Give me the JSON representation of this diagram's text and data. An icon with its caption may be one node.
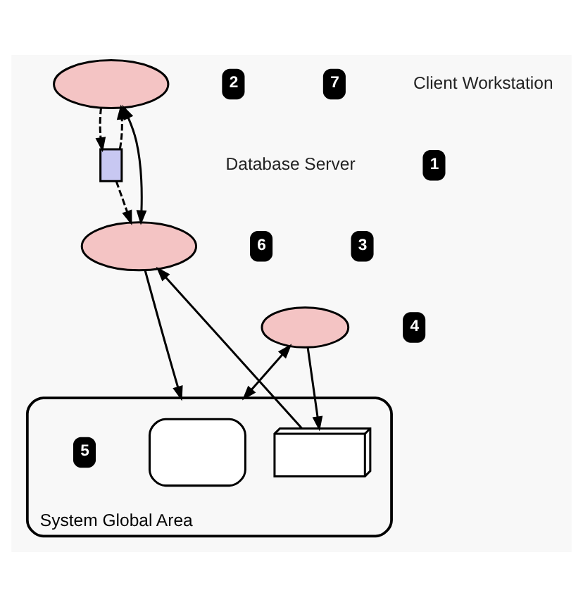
{
  "diagram": {
    "nodes": [
      {
        "text": [],
        "shape": "ellipse"
      },
      {
        "text": [],
        "shape": "box"
      },
      {
        "text": [],
        "shape": "ellipse"
      },
      {
        "text": [],
        "shape": "ellipse"
      },
      {
        "text": [
          "System Global Area"
        ]
      },
      {
        "text": [],
        "shape": "box",
        "in": 4
      },
      {
        "text": [],
        "shape": "box",
        "in": 4
      }
    ],
    "edges": [
      {
        "from": 0,
        "to": 1,
        "arrow": "to",
        "style": "dashed"
      },
      {
        "from": 1,
        "to": 0,
        "arrow": "to",
        "style": "dashed"
      },
      {
        "from": 1,
        "to": 2,
        "arrow": "to",
        "style": "dashed"
      },
      {
        "from": 0,
        "to": 2,
        "arrow": "both"
      },
      {
        "from": 2,
        "to": 4,
        "arrow": "to"
      },
      {
        "from": 3,
        "to": 4,
        "arrow": "both"
      },
      {
        "from": 3,
        "to": 6,
        "arrow": "to"
      },
      {
        "from": 6,
        "to": 2,
        "arrow": "to"
      }
    ],
    "labels": [
      "2",
      "7",
      "Client Workstation",
      "Database Server",
      "1",
      "6",
      "3",
      "4",
      "5"
    ]
  }
}
